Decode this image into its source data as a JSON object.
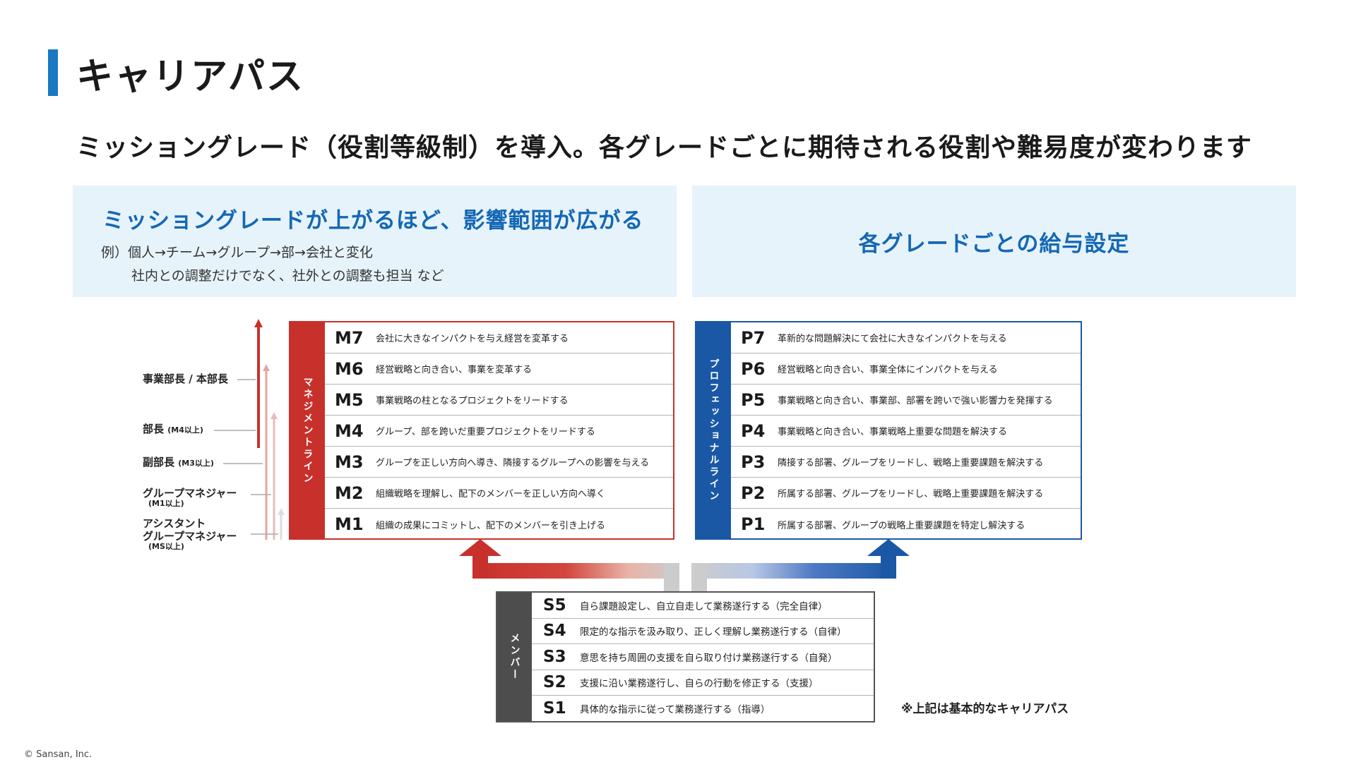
{
  "page": {
    "title": "キャリアパス",
    "subtitle": "ミッショングレード（役割等級制）を導入。各グレードごとに期待される役割や難易度が変わります",
    "left_panel": {
      "heading": "ミッショングレードが上がるほど、影響範囲が広がる",
      "example_line1": "例）個人→チーム→グループ→部→会社と変化",
      "example_line2": "社内との調整だけでなく、社外との調整も担当 など"
    },
    "right_panel": {
      "heading": "各グレードごとの給与設定"
    },
    "roles": [
      {
        "label": "事業部長 / 本部長",
        "note": ""
      },
      {
        "label": "部長",
        "note": "(M4以上)"
      },
      {
        "label": "副部長",
        "note": "(M3以上)"
      },
      {
        "label": "グループマネジャー",
        "note": "(M1以上)"
      },
      {
        "label": "アシスタント",
        "label2": "グループマネジャー",
        "note": "(MS以上)"
      }
    ],
    "management": {
      "label": "マネジメントライン",
      "color": "#c8302c",
      "grades": [
        {
          "code": "M7",
          "desc": "会社に大きなインパクトを与え経営を変革する"
        },
        {
          "code": "M6",
          "desc": "経営戦略と向き合い、事業を変革する"
        },
        {
          "code": "M5",
          "desc": "事業戦略の柱となるプロジェクトをリードする"
        },
        {
          "code": "M4",
          "desc": "グループ、部を跨いだ重要プロジェクトをリードする"
        },
        {
          "code": "M3",
          "desc": "グループを正しい方向へ導き、隣接するグループへの影響を与える"
        },
        {
          "code": "M2",
          "desc": "組織戦略を理解し、配下のメンバーを正しい方向へ導く"
        },
        {
          "code": "M1",
          "desc": "組織の成果にコミットし、配下のメンバーを引き上げる"
        }
      ]
    },
    "professional": {
      "label": "プロフェッショナルライン",
      "color": "#1a58a6",
      "grades": [
        {
          "code": "P7",
          "desc": "革新的な問題解決にて会社に大きなインパクトを与える"
        },
        {
          "code": "P6",
          "desc": "経営戦略と向き合い、事業全体にインパクトを与える"
        },
        {
          "code": "P5",
          "desc": "事業戦略と向き合い、事業部、部署を跨いで強い影響力を発揮する"
        },
        {
          "code": "P4",
          "desc": "事業戦略と向き合い、事業戦略上重要な問題を解決する"
        },
        {
          "code": "P3",
          "desc": "隣接する部署、グループをリードし、戦略上重要課題を解決する"
        },
        {
          "code": "P2",
          "desc": "所属する部署、グループをリードし、戦略上重要課題を解決する"
        },
        {
          "code": "P1",
          "desc": "所属する部署、グループの戦略上重要課題を特定し解決する"
        }
      ]
    },
    "member": {
      "label": "メンバー",
      "color": "#4d4d4d",
      "grades": [
        {
          "code": "S5",
          "desc": "自ら課題設定し、自立自走して業務遂行する（完全自律）"
        },
        {
          "code": "S4",
          "desc": "限定的な指示を汲み取り、正しく理解し業務遂行する（自律）"
        },
        {
          "code": "S3",
          "desc": "意思を持ち周囲の支援を自ら取り付け業務遂行する（自発）"
        },
        {
          "code": "S2",
          "desc": "支援に沿い業務遂行し、自らの行動を修正する（支援）"
        },
        {
          "code": "S1",
          "desc": "具体的な指示に従って業務遂行する（指導）"
        }
      ]
    },
    "note": "※上記は基本的なキャリアパス",
    "copyright": "© Sansan, Inc."
  }
}
